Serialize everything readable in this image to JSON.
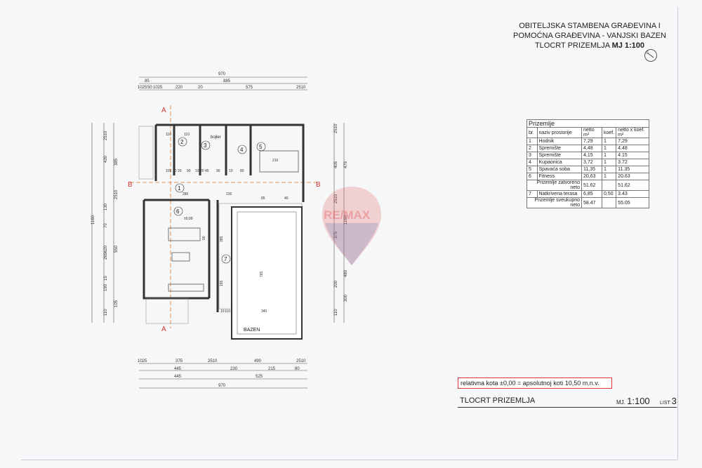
{
  "title": {
    "line1": "OBITELJSKA STAMBENA GRAĐEVINA I",
    "line2": "POMOĆNA GRAĐEVINA - VANJSKI BAZEN",
    "line3": "TLOCRT PRIZEMLJA",
    "scale": "MJ 1:100"
  },
  "north_label": "S",
  "table": {
    "caption": "Prizemlje",
    "headers": [
      "br.",
      "naziv prostorije",
      "netto m²",
      "koef.",
      "netto x koef. m²"
    ],
    "rows": [
      [
        "1",
        "Hodnik",
        "7,29",
        "1",
        "7,29"
      ],
      [
        "2",
        "Spremište",
        "4,48",
        "1",
        "4.48"
      ],
      [
        "3",
        "Spremište",
        "4,15",
        "1",
        "4.15"
      ],
      [
        "4",
        "Kupaonica",
        "3,72",
        "1",
        "3.72"
      ],
      [
        "5",
        "Spavaća soba",
        "11,35",
        "1",
        "11.35"
      ],
      [
        "6",
        "Fitness",
        "20,63",
        "1",
        "20.63"
      ]
    ],
    "subtotal_label": "Prizemlje zatvoreno neto",
    "subtotal_a": "51.62",
    "subtotal_b": "51.62",
    "extra_row": [
      "7",
      "Natkrivena terasa",
      "6,85",
      "0,50",
      "3.43"
    ],
    "total_label": "Prizemlje sveukupno neto",
    "total_a": "58.47",
    "total_b": "55.05"
  },
  "note": "relativna kota ±0,00 = apsolutnoj koti 10,50 m.n.v.",
  "footer": {
    "title": "TLOCRT PRIZEMLJA",
    "scale_prefix": "MJ.",
    "scale_value": "1:100",
    "list_prefix": "LIST",
    "list_value": "3"
  },
  "plan": {
    "top_dims": {
      "row1": [
        "970"
      ],
      "row2": [
        "85",
        "885"
      ],
      "row3": [
        "1025",
        "50",
        "1025",
        "220",
        "20",
        "575",
        "2510"
      ]
    },
    "bottom_dims": {
      "row1": [
        "1025",
        "375",
        "2510",
        "490",
        "2510"
      ],
      "row2": [
        "445",
        "230",
        "215",
        "80"
      ],
      "row3": [
        "445",
        "525"
      ],
      "row4": [
        "970"
      ]
    },
    "left_dims": [
      "1160",
      "2510",
      "430",
      "385",
      "2510",
      "130",
      "70",
      "265",
      "620",
      "550",
      "15",
      "190",
      "110",
      "105"
    ],
    "right_dims": [
      "2510",
      "405",
      "475",
      "2510",
      "375",
      "1160",
      "200",
      "480",
      "300",
      "110"
    ],
    "section_a": "A",
    "section_b": "B",
    "room_numbers": [
      "1",
      "2",
      "3",
      "4",
      "5",
      "6",
      "7"
    ],
    "pool_label": "BAZEN",
    "boiler_label": "bojler",
    "level": "±0,00",
    "inner_dims": [
      "110",
      "110",
      "105",
      "10",
      "20",
      "90",
      "10",
      "20",
      "45",
      "90",
      "10",
      "80",
      "210",
      "280",
      "235",
      "385",
      "765",
      "340",
      "155",
      "10",
      "110",
      "85",
      "90",
      "40"
    ]
  },
  "watermark": "RE/MAX",
  "colors": {
    "accent_red": "#d33333",
    "axis_orange": "#e07a2a",
    "wall": "#333333",
    "watermark_red": "#e35b5b",
    "watermark_blue": "#4a6fb0"
  }
}
